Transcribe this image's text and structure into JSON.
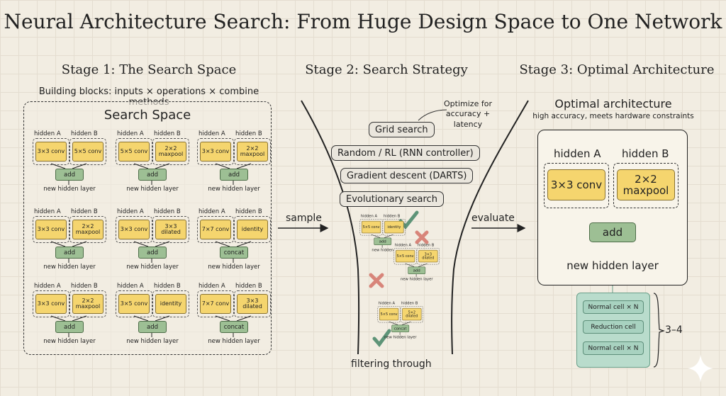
{
  "title": "Neural Architecture Search: From Huge Design Space to One Network",
  "stage1": {
    "heading": "Stage 1: The Search Space",
    "subtitle": "Building blocks: inputs × operations × combine methods",
    "box_title": "Search Space",
    "cells": [
      {
        "a": "hidden A",
        "b": "hidden B",
        "op_a": "3×3 conv",
        "op_b": "5×5 conv",
        "combine": "add",
        "out": "new hidden layer"
      },
      {
        "a": "hidden A",
        "b": "hidden B",
        "op_a": "5×5 conv",
        "op_b": "2×2 maxpool",
        "combine": "add",
        "out": "new hidden layer"
      },
      {
        "a": "hidden A",
        "b": "hidden B",
        "op_a": "3×3 conv",
        "op_b": "2×2 maxpool",
        "combine": "add",
        "out": "new hidden layer"
      },
      {
        "a": "hidden A",
        "b": "hidden B",
        "op_a": "3×3 conv",
        "op_b": "2×2 maxpool",
        "combine": "add",
        "out": "new hidden layer"
      },
      {
        "a": "hidden A",
        "b": "hidden B",
        "op_a": "3×3 conv",
        "op_b": "3×3 dilated",
        "combine": "add",
        "out": "new hidden layer"
      },
      {
        "a": "hidden A",
        "b": "hidden B",
        "op_a": "7×7 conv",
        "op_b": "identity",
        "combine": "concat",
        "out": "new hidden layer"
      },
      {
        "a": "hidden A",
        "b": "hidden B",
        "op_a": "3×3 conv",
        "op_b": "2×2 maxpool",
        "combine": "add",
        "out": "new hidden layer"
      },
      {
        "a": "hidden A",
        "b": "hidden B",
        "op_a": "3×5 conv",
        "op_b": "identity",
        "combine": "add",
        "out": "new hidden layer"
      },
      {
        "a": "hidden A",
        "b": "hidden B",
        "op_a": "7×7 conv",
        "op_b": "3×3 dilated",
        "combine": "concat",
        "out": "new hidden layer"
      }
    ]
  },
  "stage2": {
    "heading": "Stage 2: Search Strategy",
    "optimize_note": "Optimize for accuracy + latency",
    "strategies": [
      "Grid search",
      "Random / RL (RNN controller)",
      "Gradient descent (DARTS)",
      "Evolutionary search"
    ],
    "samples": [
      {
        "a": "hidden A",
        "b": "hidden B",
        "op_a": "5×5 conv",
        "op_b": "identity",
        "combine": "add",
        "out": "new hidden",
        "verdict": "accept"
      },
      {
        "a": "hidden A",
        "b": "hidden B",
        "op_a": "5×5 conv",
        "op_b": "3×3 dilated",
        "combine": "add",
        "out": "new hidden layer",
        "verdict": "reject"
      },
      {
        "a": "hidden A",
        "b": "hidden B",
        "op_a": "5×5 conv",
        "op_b": "5×2 dilated",
        "combine": "concat",
        "out": "new hidden layer",
        "verdict": "accept"
      }
    ],
    "filter_label": "filtering through",
    "sample_label": "sample",
    "evaluate_label": "evaluate"
  },
  "stage3": {
    "heading": "Stage 3: Optimal Architecture",
    "box_title": "Optimal architecture",
    "box_subtitle": "high accuracy, meets hardware constraints",
    "hidden_a": "hidden A",
    "hidden_b": "hidden B",
    "op_a": "3×3 conv",
    "op_b": "2×2 maxpool",
    "combine": "add",
    "out": "new hidden layer",
    "stack": [
      "Normal cell × N",
      "Reduction cell",
      "Normal cell × N"
    ],
    "repeat": "3–4"
  },
  "colors": {
    "op": "#f5d56e",
    "combine": "#9dbf94",
    "stack": "#b9dccc",
    "accept": "#5e9478",
    "reject": "#d8857a"
  }
}
